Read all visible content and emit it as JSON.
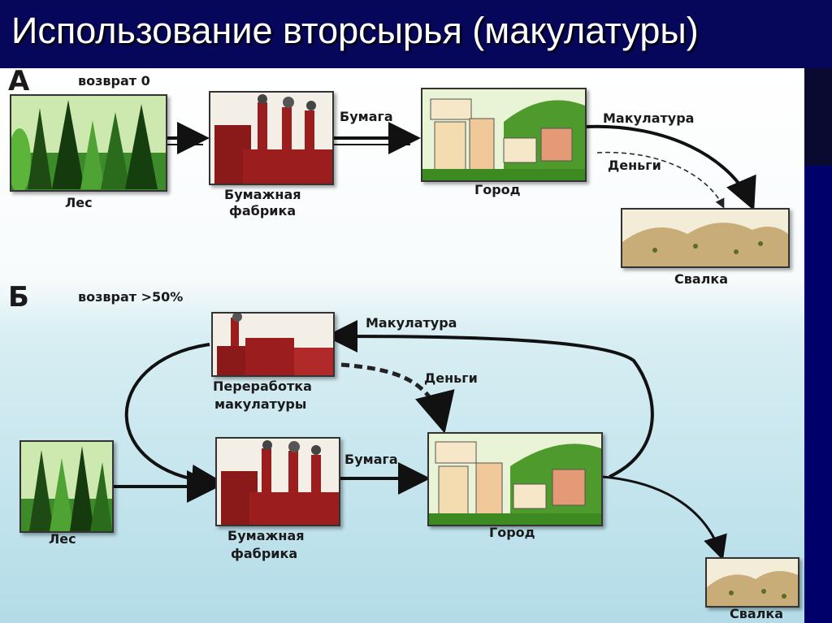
{
  "title": "Использование вторсырья (макулатуры)",
  "scheme_a": {
    "letter": "А",
    "return_label": "возврат 0",
    "forest": "Лес",
    "paper_mill_line1": "Бумажная",
    "paper_mill_line2": "фабрика",
    "city": "Город",
    "landfill": "Свалка",
    "paper_flow": "Бумага",
    "waste_paper_flow": "Макулатура",
    "money_flow": "Деньги"
  },
  "scheme_b": {
    "letter": "Б",
    "return_label": "возврат >50%",
    "recycling_line1": "Переработка",
    "recycling_line2": "макулатуры",
    "waste_paper_flow": "Макулатура",
    "money_flow": "Деньги",
    "forest": "Лес",
    "paper_mill_line1": "Бумажная",
    "paper_mill_line2": "фабрика",
    "paper_flow": "Бумага",
    "city": "Город",
    "landfill": "Свалка"
  },
  "colors": {
    "background": "#0a0a6e",
    "water": "#bfe2ec",
    "factory": "#9b1d1d",
    "forest": "#2f7a1f"
  }
}
